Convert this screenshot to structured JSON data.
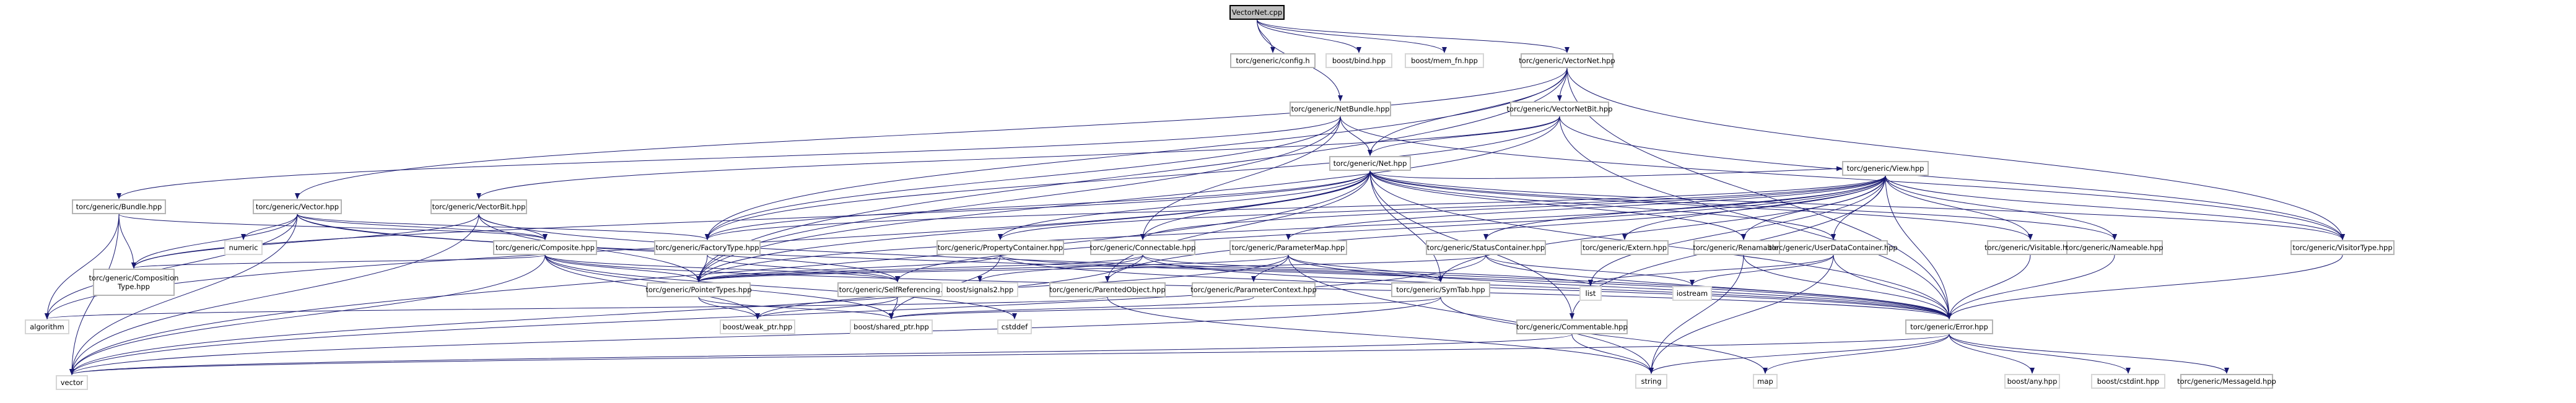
{
  "graph": {
    "edge_color": "#191970",
    "root_fill": "#bfbfbf",
    "nodes": [
      {
        "id": "root",
        "label": "VectorNet.cpp"
      },
      {
        "id": "config",
        "label": "torc/generic/config.h"
      },
      {
        "id": "bind",
        "label": "boost/bind.hpp"
      },
      {
        "id": "memfn",
        "label": "boost/mem_fn.hpp"
      },
      {
        "id": "vectornet",
        "label": "torc/generic/VectorNet.hpp"
      },
      {
        "id": "netbundle",
        "label": "torc/generic/NetBundle.hpp"
      },
      {
        "id": "vectornetbit",
        "label": "torc/generic/VectorNetBit.hpp"
      },
      {
        "id": "net",
        "label": "torc/generic/Net.hpp"
      },
      {
        "id": "bundle",
        "label": "torc/generic/Bundle.hpp"
      },
      {
        "id": "vector",
        "label": "torc/generic/Vector.hpp"
      },
      {
        "id": "vectorbit",
        "label": "torc/generic/VectorBit.hpp"
      },
      {
        "id": "view",
        "label": "torc/generic/View.hpp"
      },
      {
        "id": "composite",
        "label": "torc/generic/Composite.hpp"
      },
      {
        "id": "compositiontype",
        "label": "torc/generic/Composition\nType.hpp"
      },
      {
        "id": "factorytype",
        "label": "torc/generic/FactoryType.hpp"
      },
      {
        "id": "selfref",
        "label": "torc/generic/SelfReferencing.hpp"
      },
      {
        "id": "propcontainer",
        "label": "torc/generic/PropertyContainer.hpp"
      },
      {
        "id": "connectable",
        "label": "torc/generic/Connectable.hpp"
      },
      {
        "id": "parammap",
        "label": "torc/generic/ParameterMap.hpp"
      },
      {
        "id": "statuscontainer",
        "label": "torc/generic/StatusContainer.hpp"
      },
      {
        "id": "extern",
        "label": "torc/generic/Extern.hpp"
      },
      {
        "id": "renamable",
        "label": "torc/generic/Renamable.hpp"
      },
      {
        "id": "userdata",
        "label": "torc/generic/UserDataContainer.hpp"
      },
      {
        "id": "visitable",
        "label": "torc/generic/Visitable.hpp"
      },
      {
        "id": "nameable",
        "label": "torc/generic/Nameable.hpp"
      },
      {
        "id": "visitortype",
        "label": "torc/generic/VisitorType.hpp"
      },
      {
        "id": "pointertypes",
        "label": "torc/generic/PointerTypes.hpp"
      },
      {
        "id": "signals2",
        "label": "boost/signals2.hpp"
      },
      {
        "id": "parented",
        "label": "torc/generic/ParentedObject.hpp"
      },
      {
        "id": "paramcontext",
        "label": "torc/generic/ParameterContext.hpp"
      },
      {
        "id": "symtab",
        "label": "torc/generic/SymTab.hpp"
      },
      {
        "id": "commentable",
        "label": "torc/generic/Commentable.hpp"
      },
      {
        "id": "error",
        "label": "torc/generic/Error.hpp"
      },
      {
        "id": "list",
        "label": "list"
      },
      {
        "id": "iostream",
        "label": "iostream"
      },
      {
        "id": "numeric",
        "label": "numeric"
      },
      {
        "id": "algorithm",
        "label": "algorithm"
      },
      {
        "id": "weakptr",
        "label": "boost/weak_ptr.hpp"
      },
      {
        "id": "sharedptr",
        "label": "boost/shared_ptr.hpp"
      },
      {
        "id": "cstddef",
        "label": "cstddef"
      },
      {
        "id": "vectorstd",
        "label": "vector"
      },
      {
        "id": "string",
        "label": "string"
      },
      {
        "id": "map",
        "label": "map"
      },
      {
        "id": "any",
        "label": "boost/any.hpp"
      },
      {
        "id": "cstdint",
        "label": "boost/cstdint.hpp"
      },
      {
        "id": "messageid",
        "label": "torc/generic/MessageId.hpp"
      }
    ],
    "edges": [
      [
        "root",
        "config"
      ],
      [
        "root",
        "bind"
      ],
      [
        "root",
        "memfn"
      ],
      [
        "root",
        "vectornet"
      ],
      [
        "root",
        "netbundle"
      ],
      [
        "vectornet",
        "vector"
      ],
      [
        "vectornet",
        "factorytype"
      ],
      [
        "vectornet",
        "pointertypes"
      ],
      [
        "vectornet",
        "vectornetbit"
      ],
      [
        "vectornet",
        "net"
      ],
      [
        "vectornet",
        "visitortype"
      ],
      [
        "vectornet",
        "error"
      ],
      [
        "netbundle",
        "bundle"
      ],
      [
        "netbundle",
        "factorytype"
      ],
      [
        "netbundle",
        "pointertypes"
      ],
      [
        "netbundle",
        "net"
      ],
      [
        "netbundle",
        "connectable"
      ],
      [
        "netbundle",
        "visitortype"
      ],
      [
        "vectornetbit",
        "vectorbit"
      ],
      [
        "vectornetbit",
        "factorytype"
      ],
      [
        "vectornetbit",
        "net"
      ],
      [
        "vectornetbit",
        "pointertypes"
      ],
      [
        "vectornetbit",
        "visitortype"
      ],
      [
        "vectornetbit",
        "error"
      ],
      [
        "net",
        "algorithm"
      ],
      [
        "net",
        "compositiontype"
      ],
      [
        "net",
        "factorytype"
      ],
      [
        "net",
        "pointertypes"
      ],
      [
        "net",
        "view"
      ],
      [
        "net",
        "propcontainer"
      ],
      [
        "net",
        "connectable"
      ],
      [
        "net",
        "parented"
      ],
      [
        "net",
        "symtab"
      ],
      [
        "net",
        "commentable"
      ],
      [
        "net",
        "renamable"
      ],
      [
        "net",
        "userdata"
      ],
      [
        "net",
        "visitable"
      ],
      [
        "net",
        "nameable"
      ],
      [
        "net",
        "visitortype"
      ],
      [
        "net",
        "error"
      ],
      [
        "net",
        "vectorstd"
      ],
      [
        "bundle",
        "algorithm"
      ],
      [
        "bundle",
        "vectorstd"
      ],
      [
        "bundle",
        "composite"
      ],
      [
        "bundle",
        "compositiontype"
      ],
      [
        "vector",
        "algorithm"
      ],
      [
        "vector",
        "numeric"
      ],
      [
        "vector",
        "vectorstd"
      ],
      [
        "vector",
        "composite"
      ],
      [
        "vector",
        "compositiontype"
      ],
      [
        "vector",
        "factorytype"
      ],
      [
        "vector",
        "selfref"
      ],
      [
        "vector",
        "error"
      ],
      [
        "vectorbit",
        "vectorstd"
      ],
      [
        "vectorbit",
        "composite"
      ],
      [
        "vectorbit",
        "compositiontype"
      ],
      [
        "vectorbit",
        "pointertypes"
      ],
      [
        "vectorbit",
        "error"
      ],
      [
        "view",
        "factorytype"
      ],
      [
        "view",
        "pointertypes"
      ],
      [
        "view",
        "selfref"
      ],
      [
        "view",
        "propcontainer"
      ],
      [
        "view",
        "connectable"
      ],
      [
        "view",
        "parammap"
      ],
      [
        "view",
        "parented"
      ],
      [
        "view",
        "statuscontainer"
      ],
      [
        "view",
        "extern"
      ],
      [
        "view",
        "renamable"
      ],
      [
        "view",
        "userdata"
      ],
      [
        "view",
        "visitable"
      ],
      [
        "view",
        "nameable"
      ],
      [
        "view",
        "visitortype"
      ],
      [
        "view",
        "symtab"
      ],
      [
        "view",
        "commentable"
      ],
      [
        "view",
        "error"
      ],
      [
        "view",
        "list"
      ],
      [
        "composite",
        "compositiontype"
      ],
      [
        "composite",
        "pointertypes"
      ],
      [
        "composite",
        "selfref"
      ],
      [
        "composite",
        "vectorstd"
      ],
      [
        "composite",
        "weakptr"
      ],
      [
        "composite",
        "sharedptr"
      ],
      [
        "composite",
        "cstddef"
      ],
      [
        "composite",
        "error"
      ],
      [
        "factorytype",
        "selfref"
      ],
      [
        "factorytype",
        "pointertypes"
      ],
      [
        "selfref",
        "weakptr"
      ],
      [
        "selfref",
        "sharedptr"
      ],
      [
        "propcontainer",
        "pointertypes"
      ],
      [
        "propcontainer",
        "symtab"
      ],
      [
        "propcontainer",
        "sharedptr"
      ],
      [
        "propcontainer",
        "error"
      ],
      [
        "connectable",
        "pointertypes"
      ],
      [
        "connectable",
        "signals2"
      ],
      [
        "connectable",
        "list"
      ],
      [
        "connectable",
        "vectorstd"
      ],
      [
        "connectable",
        "error"
      ],
      [
        "parammap",
        "pointertypes"
      ],
      [
        "parammap",
        "paramcontext"
      ],
      [
        "parammap",
        "symtab"
      ],
      [
        "parammap",
        "weakptr"
      ],
      [
        "parammap",
        "string"
      ],
      [
        "parammap",
        "error"
      ],
      [
        "statuscontainer",
        "pointertypes"
      ],
      [
        "statuscontainer",
        "vectorstd"
      ],
      [
        "statuscontainer",
        "iostream"
      ],
      [
        "statuscontainer",
        "error"
      ],
      [
        "renamable",
        "string"
      ],
      [
        "renamable",
        "error"
      ],
      [
        "userdata",
        "list"
      ],
      [
        "userdata",
        "iostream"
      ],
      [
        "userdata",
        "string"
      ],
      [
        "userdata",
        "error"
      ],
      [
        "visitable",
        "error"
      ],
      [
        "nameable",
        "error"
      ],
      [
        "visitortype",
        "error"
      ],
      [
        "pointertypes",
        "weakptr"
      ],
      [
        "pointertypes",
        "sharedptr"
      ],
      [
        "parented",
        "algorithm"
      ],
      [
        "parented",
        "string"
      ],
      [
        "paramcontext",
        "sharedptr"
      ],
      [
        "symtab",
        "map"
      ],
      [
        "symtab",
        "sharedptr"
      ],
      [
        "symtab",
        "vectorstd"
      ],
      [
        "commentable",
        "vectorstd"
      ],
      [
        "commentable",
        "string"
      ],
      [
        "error",
        "vectorstd"
      ],
      [
        "error",
        "string"
      ],
      [
        "error",
        "map"
      ],
      [
        "error",
        "any"
      ],
      [
        "error",
        "cstdint"
      ],
      [
        "error",
        "messageid"
      ]
    ]
  }
}
